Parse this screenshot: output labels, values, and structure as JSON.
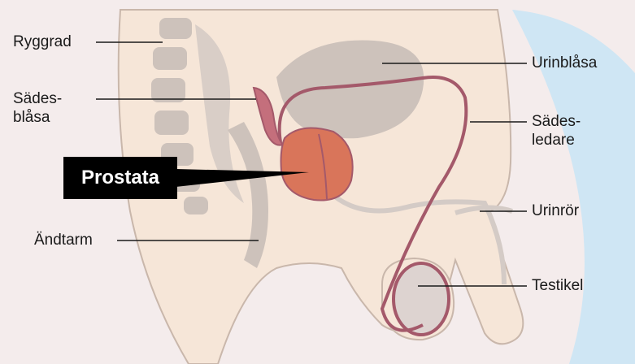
{
  "colors": {
    "background": "#f4ecec",
    "skin": "#f6e6d8",
    "organ_gray": "#cdc2bb",
    "prostate": "#d9755a",
    "vas_deferens": "#a4596a",
    "urethra": "#d4cbc6",
    "skin_edge_blue": "#cfe6f4",
    "label_box": "#000000"
  },
  "labels": {
    "ryggrad": "Ryggrad",
    "sadesblasa": "Sädes-\nblåsa",
    "prostata": "Prostata",
    "andtarm": "Ändtarm",
    "urinblasa": "Urinblåsa",
    "sadesledare": "Sädes-\nledare",
    "urinror": "Urinrör",
    "testikel": "Testikel"
  }
}
